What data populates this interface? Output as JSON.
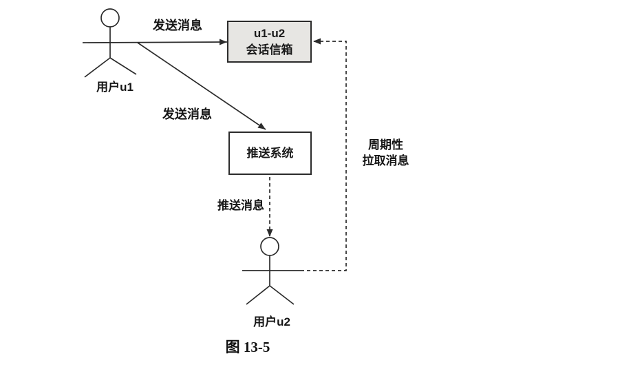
{
  "diagram": {
    "caption": "图 13-5",
    "actors": {
      "u1": {
        "label": "用户u1"
      },
      "u2": {
        "label": "用户u2"
      }
    },
    "nodes": {
      "mailbox": {
        "line1": "u1-u2",
        "line2": "会话信箱"
      },
      "push_system": {
        "label": "推送系统"
      }
    },
    "edges": {
      "send_to_mailbox": {
        "label": "发送消息",
        "style": "solid-arrow"
      },
      "send_to_push": {
        "label": "发送消息",
        "style": "solid-arrow"
      },
      "push_message": {
        "label": "推送消息",
        "style": "dashed-arrow"
      },
      "periodic_pull": {
        "label_line1": "周期性",
        "label_line2": "拉取消息",
        "style": "dashed-arrow"
      }
    },
    "colors": {
      "line": "#2b2b2b",
      "mailbox_fill": "#e7e6e3",
      "push_system_fill": "#ffffff",
      "background": "#ffffff"
    }
  }
}
